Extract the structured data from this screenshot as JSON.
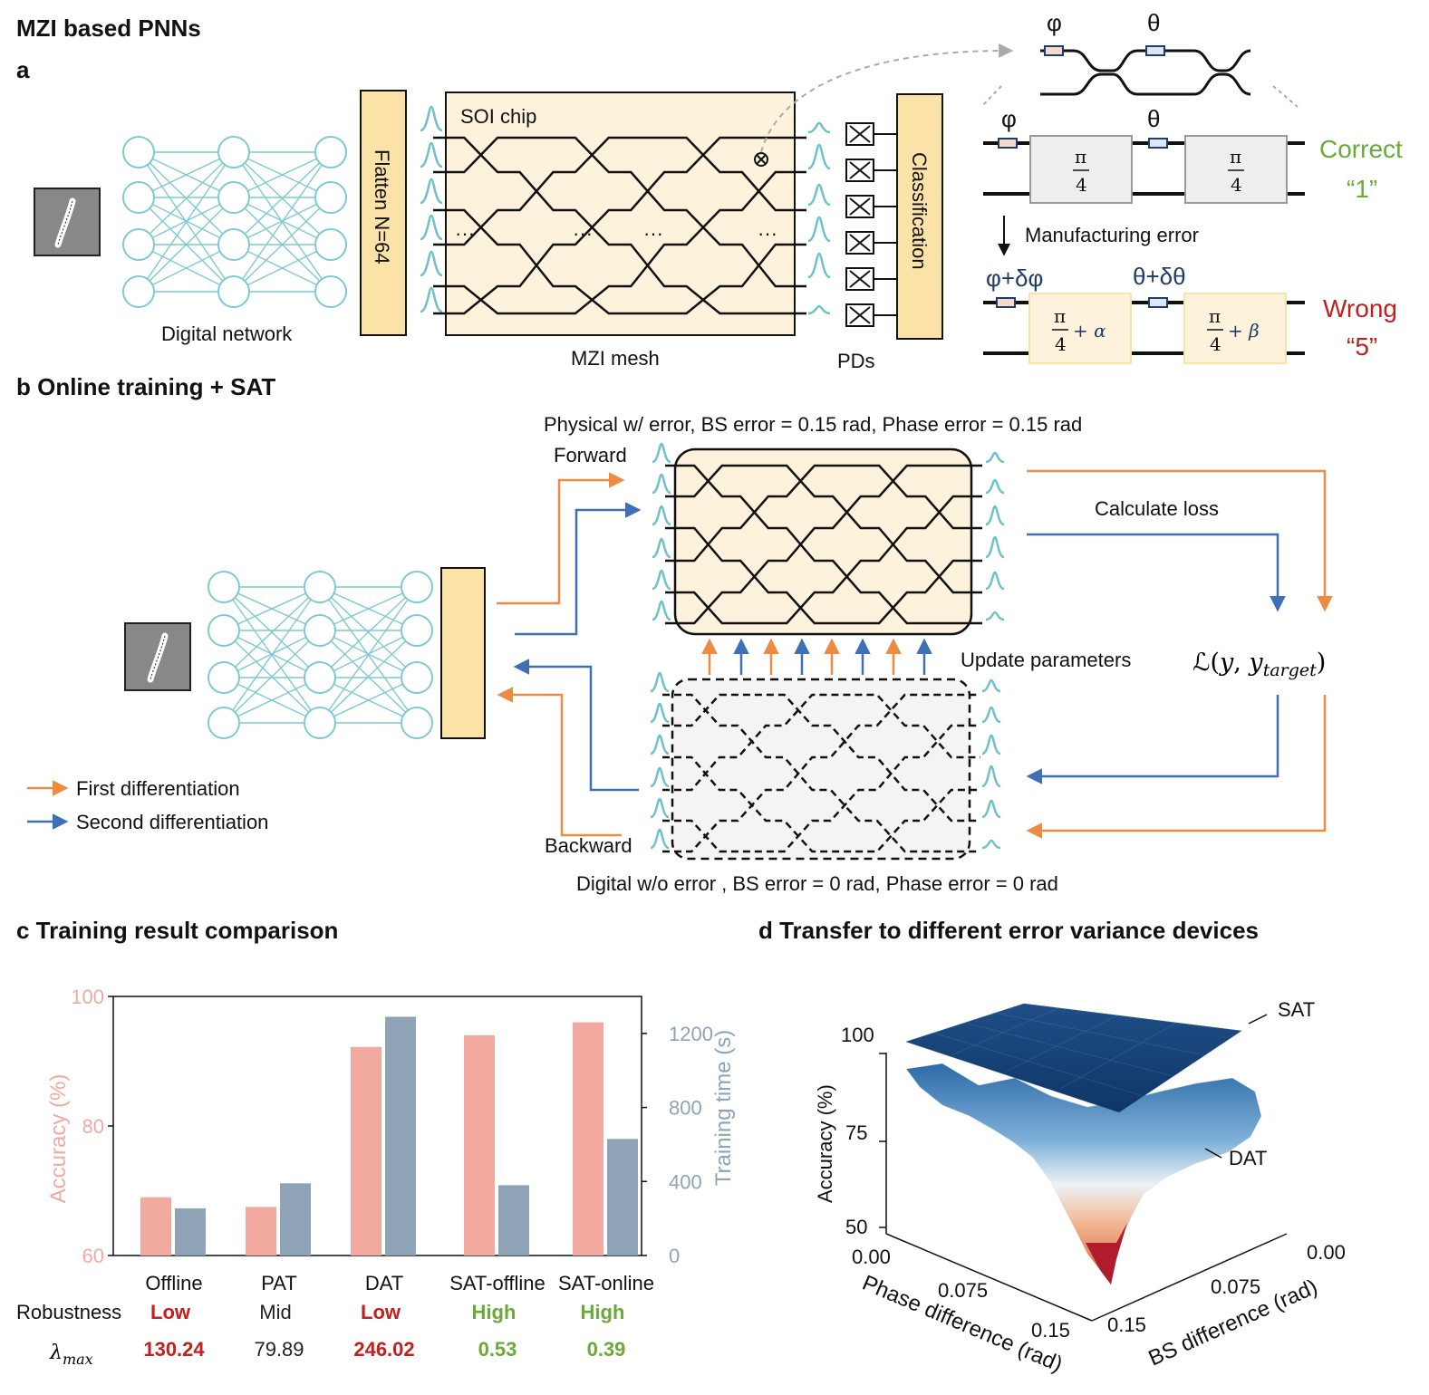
{
  "header": {
    "title": "MZI based PNNs"
  },
  "panel_a": {
    "label": "a",
    "digital_network": "Digital network",
    "flatten": "Flatten N=64",
    "soi_chip": "SOI chip",
    "mzi_mesh": "MZI mesh",
    "pds": "PDs",
    "classification": "Classification",
    "ellipsis": "···",
    "phi": "φ",
    "theta": "θ",
    "pi": "π",
    "four": "4",
    "plus_alpha": "+ α",
    "plus_beta": "+ β",
    "manufacturing_error": "Manufacturing error",
    "phi_err": "φ+δφ",
    "theta_err": "θ+δθ",
    "correct": "Correct",
    "correct_digit": "“1”",
    "wrong": "Wrong",
    "wrong_digit": "“5”",
    "colors": {
      "correct": "#6aaa3a",
      "wrong": "#c0201e",
      "chip_fill": "#fdf3dc",
      "flatten_fill": "#fbe3a8",
      "network": "#7fc9d4"
    }
  },
  "panel_b": {
    "label": "b Online training + SAT",
    "physical": "Physical w/ error, BS error = 0.15 rad, Phase error = 0.15 rad",
    "forward": "Forward",
    "backward": "Backward",
    "calculate_loss": "Calculate loss",
    "update_parameters": "Update parameters",
    "loss_script": "ℒ(",
    "loss_y": "y",
    "loss_sep": ", ",
    "loss_target": "target",
    "loss_close": ")",
    "digital": "Digital w/o error , BS error = 0 rad, Phase error = 0 rad",
    "legend_first": "First differentiation",
    "legend_second": "Second differentiation",
    "colors": {
      "first": "#ee8b42",
      "second": "#3f6fb5"
    }
  },
  "panel_c": {
    "label": "c Training result comparison",
    "robustness_label": "Robustness",
    "lambda_label": "λ",
    "lambda_sub": "max",
    "colors": {
      "accuracy": "#f2aaa0",
      "time": "#8fa3b7",
      "low": "#c0201e",
      "mid": "#222222",
      "high": "#6aaa3a"
    }
  },
  "chart_data": {
    "type": "bar",
    "categories": [
      "Offline",
      "PAT",
      "DAT",
      "SAT-offline",
      "SAT-online"
    ],
    "series": [
      {
        "values": [
          69,
          67.5,
          92.2,
          94,
          96
        ]
      },
      {
        "values": [
          255,
          390,
          1290,
          380,
          630
        ]
      }
    ],
    "ylabel": "Accuracy (%)",
    "y2label": "Training time (s)",
    "ylim": [
      60,
      100
    ],
    "y2lim": [
      0,
      1400
    ],
    "yticks": [
      60,
      80,
      100
    ],
    "y2ticks": [
      0,
      400,
      800,
      1200
    ],
    "robustness": [
      "Low",
      "Mid",
      "Low",
      "High",
      "High"
    ],
    "lambda_max": [
      "130.24",
      "79.89",
      "246.02",
      "0.53",
      "0.39"
    ]
  },
  "panel_d": {
    "label": "d Transfer to different error variance devices",
    "zlabel": "Accuracy (%)",
    "zticks": [
      "100",
      "75",
      "50"
    ],
    "xlabel": "Phase difference (rad)",
    "xticks": [
      "0.00",
      "0.075",
      "0.15"
    ],
    "ylabel": "BS difference (rad)",
    "yticks": [
      "0.00",
      "0.075",
      "0.15"
    ],
    "sat": "SAT",
    "dat": "DAT"
  }
}
